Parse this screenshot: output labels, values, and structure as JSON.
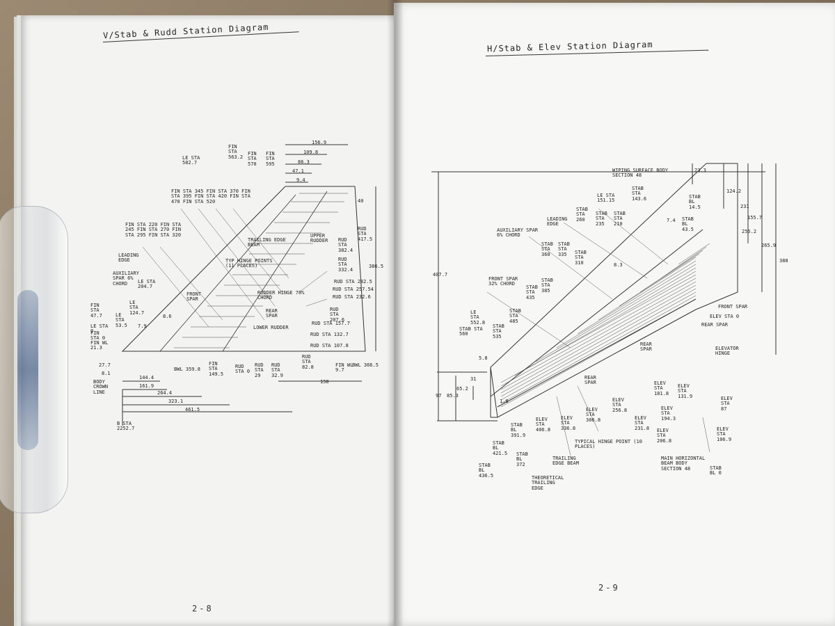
{
  "left_page": {
    "title": "V/Stab & Rudd Station Diagram",
    "page_number": "2-8",
    "labels": {
      "dim_156_9": "156.9",
      "dim_109_8": "109.8",
      "dim_86_3": "86.3",
      "dim_47_1": "47.1",
      "dim_9_4": "9.4",
      "dim_40": "40",
      "dim_386_5": "386.5",
      "fin_sta_563": "FIN STA 563.2",
      "le_sta_582": "LE STA 582.7",
      "fin_sta_570": "FIN STA 570",
      "fin_sta_595": "FIN STA 595",
      "fin_sta_row1": "FIN STA 345  FIN STA 370  FIN STA 395  FIN STA 420  FIN STA 470  FIN STA 520",
      "fin_sta_row2": "FIN STA 220  FIN STA 245  FIN STA 270  FIN STA 295  FIN STA 320",
      "leading_edge": "LEADING EDGE",
      "aux_spar": "AUXILIARY SPAR 6% CHORD",
      "le_sta_204": "LE STA 204.7",
      "front_spar": "FRONT SPAR",
      "le_sta_124": "LE STA 124.7",
      "le_sta_53": "LE STA 53.5",
      "fin_sta_47": "FIN STA 47.7",
      "le_sta_0": "LE STA 0",
      "fin_sta_0": "FIN STA 0",
      "fin_wl": "FIN WL 21.3",
      "dim_7_9": "7.9",
      "dim_8_6": "8.6",
      "trailing_edge_beam": "TRAILING EDGE BEAM",
      "typ_hinge": "TYP HINGE POINTS (11 PLACES)",
      "upper_rudder": "UPPER RUDDER",
      "rud_sta_417": "RUD STA 417.5",
      "rud_sta_382": "RUD STA 382.4",
      "rud_sta_332": "RUD STA 332.4",
      "rud_sta_282": "RUD STA 282.5",
      "rud_sta_257": "RUD STA 257.54",
      "rud_sta_232": "RUD STA 232.6",
      "rudder_hinge": "RUDDER HINGE 70% CHORD",
      "rear_spar": "REAR SPAR",
      "lower_rudder": "LOWER RUDDER",
      "rud_sta_207": "RUD STA 207.6",
      "rud_sta_157": "RUD STA 157.7",
      "rud_sta_132": "RUD STA 132.7",
      "rud_sta_107": "RUD STA 107.8",
      "rud_sta_82": "RUD STA 82.8",
      "fin_wl_9": "FIN WL 9.7",
      "bwl_366": "BWL 366.5",
      "dim_27_7": "27.7",
      "dim_8_1": "8.1",
      "bwl_359": "BWL 359.8",
      "fin_sta_149": "FIN STA 149.5",
      "rud_sta_0": "RUD STA 0",
      "rud_sta_29": "RUD STA 29",
      "rud_sta_32": "RUD STA 32.9",
      "dim_158": "158",
      "body_crown": "BODY CROWN LINE",
      "dim_144_4": "144.4",
      "dim_161_9": "161.9",
      "dim_264_4": "264.4",
      "dim_323_1": "323.1",
      "dim_461_5": "461.5",
      "b_sta": "B STA 2252.7"
    }
  },
  "right_page": {
    "title": "H/Stab & Elev Station Diagram",
    "page_number": "2-9",
    "labels": {
      "wiping_surface": "WIPING SURFACE BODY SECTION 48",
      "dim_23_3": "23.3",
      "dim_124_2": "124.2",
      "dim_231": "231",
      "dim_155_7": "155.7",
      "dim_255_2": "255.2",
      "dim_265_9": "265.9",
      "dim_388": "388",
      "dim_407_7": "407.7",
      "le_sta_151": "LE STA 151.15",
      "stab_sta_143": "STAB STA 143.6",
      "stab_bl_14": "STAB BL 14.5",
      "stab_bl_43": "STAB BL 43.5",
      "dim_7_4": "7.4",
      "dim_8_3": "8.3",
      "leading_edge": "LEADING EDGE",
      "stab_sta_260": "STAB STA 260",
      "stab_sta_235": "STAB STA 235",
      "stab_sta_210": "STAB STA 210",
      "aux_spar": "AUXILIARY SPAR 6% CHORD",
      "stab_sta_360": "STAB STA 360",
      "stab_sta_335": "STAB STA 335",
      "stab_sta_310": "STAB STA 310",
      "front_spar_32": "FRONT SPAR 32% CHORD",
      "stab_sta_435": "STAB STA 435",
      "stab_sta_385": "STAB STA 385",
      "le_sta_552": "LE STA 552.8",
      "stab_sta_560": "STAB STA 560",
      "stab_sta_535": "STAB STA 535",
      "stab_sta_485": "STAB STA 485",
      "front_spar": "FRONT SPAR",
      "elev_sta_0": "ELEV STA 0",
      "rear_spar_r": "REAR SPAR",
      "elevator_hinge": "ELEVATOR HINGE",
      "rear_spar_a": "REAR SPAR",
      "rear_spar_b": "REAR SPAR",
      "dim_5_8": "5.8",
      "dim_31": "31",
      "dim_65_2": "65.2",
      "dim_97": "97",
      "dim_85_3": "85.3",
      "dim_1_0": "1.0",
      "elev_sta_181": "ELEV STA 181.8",
      "elev_sta_131": "ELEV STA 131.9",
      "elev_sta_87": "ELEV STA 87",
      "elev_sta_256": "ELEV STA 256.8",
      "elev_sta_194": "ELEV STA 194.3",
      "elev_sta_306": "ELEV STA 306.8",
      "elev_sta_231": "ELEV STA 231.8",
      "elev_sta_336": "ELEV STA 336.8",
      "elev_sta_206": "ELEV STA 206.8",
      "elev_sta_406": "ELEV STA 406.8",
      "elev_sta_106": "ELEV STA 106.9",
      "stab_bl_391": "STAB BL 391.9",
      "typical_hinge": "TYPICAL HINGE POINT (10 PLACES)",
      "stab_bl_421": "STAB BL 421.5",
      "stab_bl_372": "STAB BL 372",
      "trailing_edge_beam": "TRAILING EDGE BEAM",
      "main_horizontal": "MAIN HORIZONTAL BEAM BODY SECTION 48",
      "stab_bl_436": "STAB BL 436.5",
      "theoretical_te": "THEORETICAL TRAILING EDGE",
      "stab_bl_0": "STAB BL 0"
    }
  }
}
